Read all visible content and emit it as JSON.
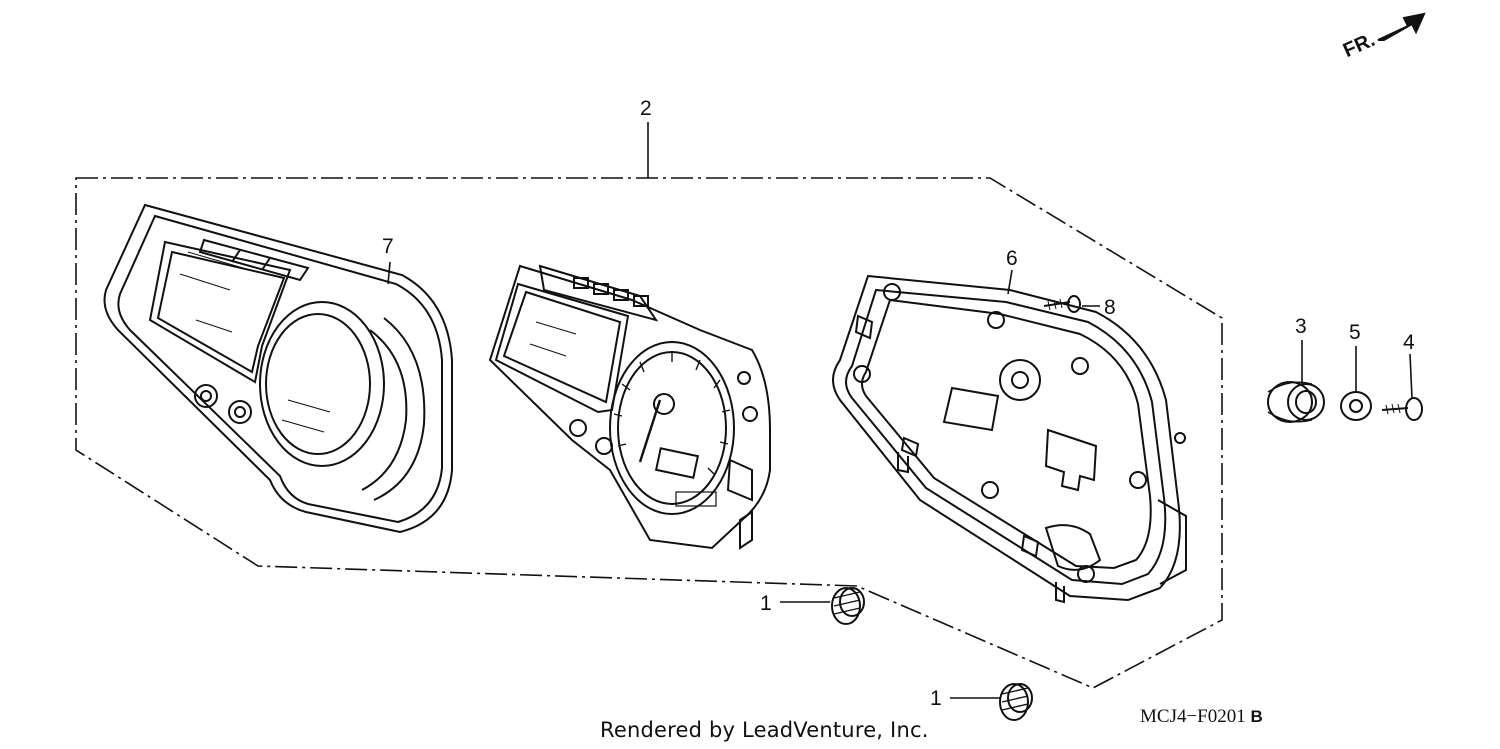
{
  "diagram": {
    "orientation_label": "FR.",
    "callouts": {
      "c1a": "1",
      "c1b": "1",
      "c2": "2",
      "c3": "3",
      "c4": "4",
      "c5": "5",
      "c6": "6",
      "c7": "7",
      "c8": "8"
    },
    "footer_credit": "Rendered by LeadVenture, Inc.",
    "part_code": "MCJ4−F0201",
    "part_code_suffix": "B"
  },
  "colors": {
    "line": "#111111",
    "background": "#ffffff"
  }
}
